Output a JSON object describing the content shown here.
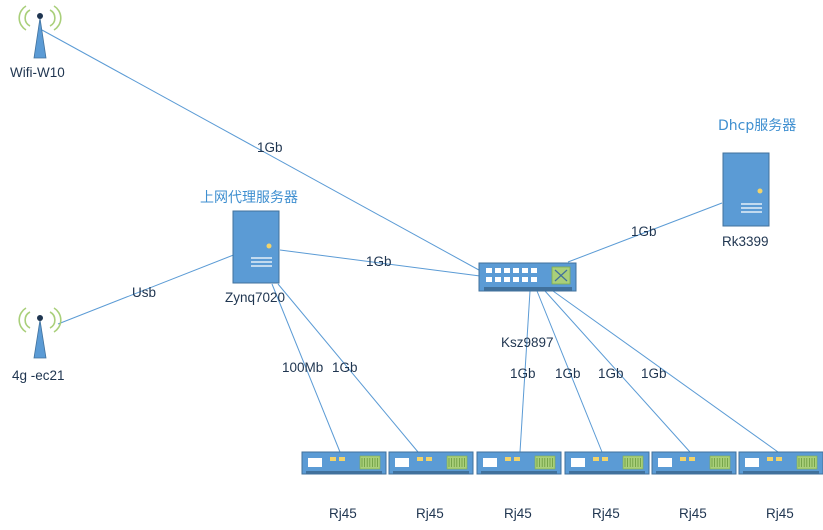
{
  "colors": {
    "accent": "#5b9bd5",
    "device_fill": "#5b9bd5",
    "device_stroke": "#41719c",
    "title_text": "#3f8fd0",
    "label_text": "#1f3550"
  },
  "nodes": {
    "wifi": {
      "name": "Wifi-W10",
      "icon": "antenna-icon"
    },
    "lte": {
      "name": "4g -ec21",
      "icon": "antenna-icon"
    },
    "proxy": {
      "title": "上网代理服务器",
      "name": "Zynq7020",
      "icon": "server-icon"
    },
    "dhcp": {
      "title": "Dhcp服务器",
      "name": "Rk3399",
      "icon": "server-icon"
    },
    "switch": {
      "name": "Ksz9897",
      "icon": "switch-icon"
    },
    "ports": [
      {
        "name": "Rj45",
        "icon": "rj45-device-icon"
      },
      {
        "name": "Rj45",
        "icon": "rj45-device-icon"
      },
      {
        "name": "Rj45",
        "icon": "rj45-device-icon"
      },
      {
        "name": "Rj45",
        "icon": "rj45-device-icon"
      },
      {
        "name": "Rj45",
        "icon": "rj45-device-icon"
      },
      {
        "name": "Rj45",
        "icon": "rj45-device-icon"
      }
    ]
  },
  "links": {
    "wifi_switch": "1Gb",
    "lte_proxy": "Usb",
    "proxy_switch": "1Gb",
    "dhcp_switch": "1Gb",
    "proxy_port1": "100Mb",
    "proxy_port2": "1Gb",
    "switch_port3": "1Gb",
    "switch_port4": "1Gb",
    "switch_port5": "1Gb",
    "switch_port6": "1Gb"
  }
}
